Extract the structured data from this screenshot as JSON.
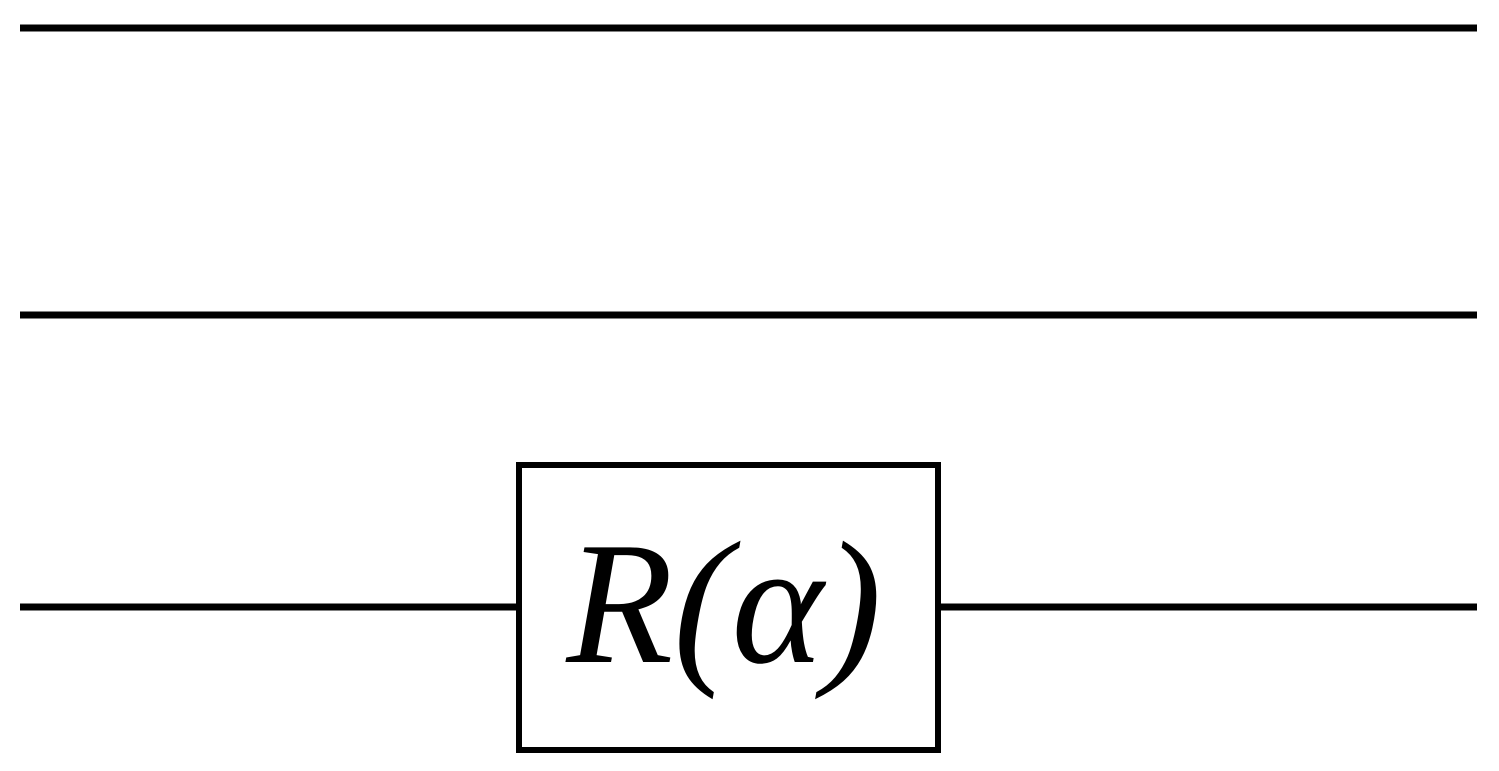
{
  "circuit": {
    "qubit_wires": 3,
    "gates": [
      {
        "wire": 3,
        "label": "R(α)",
        "type": "rotation"
      }
    ],
    "colors": {
      "wire": "#000000",
      "gate_border": "#000000",
      "background": "#ffffff"
    }
  }
}
